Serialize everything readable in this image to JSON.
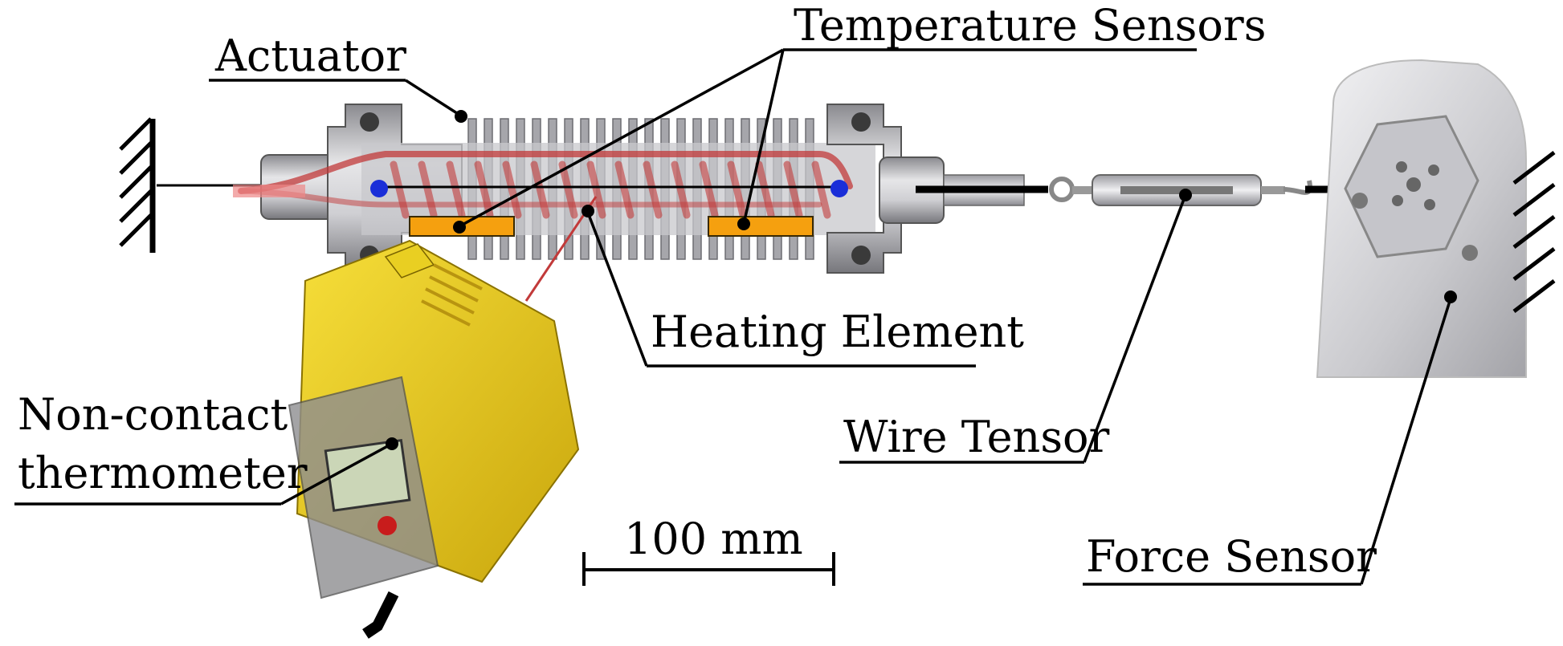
{
  "labels": {
    "actuator": "Actuator",
    "temperature_sensors": "Temperature Sensors",
    "heating_element": "Heating Element",
    "non_contact_1": "Non-contact",
    "non_contact_2": "thermometer",
    "wire_tensor": "Wire Tensor",
    "force_sensor": "Force Sensor",
    "scale_bar": "100 mm"
  },
  "colors": {
    "sensor_fill": "#f5a00f",
    "sensor_stroke": "#3a2a00",
    "heating_red": "#c23a3a",
    "end_dot": "#1a2ed8",
    "thermometer_yellow": "#f2d21a",
    "metal_light": "#d9d9dc",
    "metal_dark": "#7b7b80"
  }
}
